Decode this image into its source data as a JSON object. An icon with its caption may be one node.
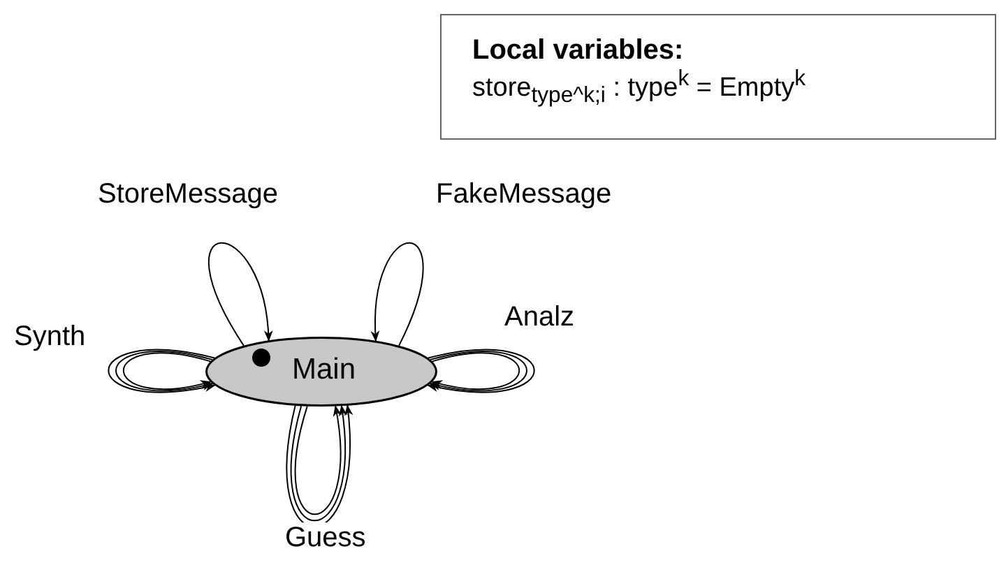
{
  "diagram": {
    "nodes": [
      {
        "text": [
          "Local variables:",
          "store$_{type^k;i}$ : type$^{k}$ = Empty$^{k}$"
        ]
      },
      {
        "text": [
          "Main"
        ]
      }
    ],
    "edges": [
      {
        "from": 1,
        "to": 1,
        "arrow": "to",
        "label": "StoreMessage"
      },
      {
        "from": 1,
        "to": 1,
        "arrow": "to",
        "label": "FakeMessage"
      },
      {
        "from": 1,
        "to": 1,
        "arrow": "to",
        "label": "Synth"
      },
      {
        "from": 1,
        "to": 1,
        "arrow": "to"
      },
      {
        "from": 1,
        "to": 1,
        "arrow": "to"
      },
      {
        "from": 1,
        "to": 1,
        "arrow": "to",
        "label": "Analz"
      },
      {
        "from": 1,
        "to": 1,
        "arrow": "to"
      },
      {
        "from": 1,
        "to": 1,
        "arrow": "to"
      },
      {
        "from": 1,
        "to": 1,
        "arrow": "to",
        "label": "Guess"
      },
      {
        "from": 1,
        "to": 1,
        "arrow": "to"
      },
      {
        "from": 1,
        "to": 1,
        "arrow": "to"
      }
    ]
  }
}
